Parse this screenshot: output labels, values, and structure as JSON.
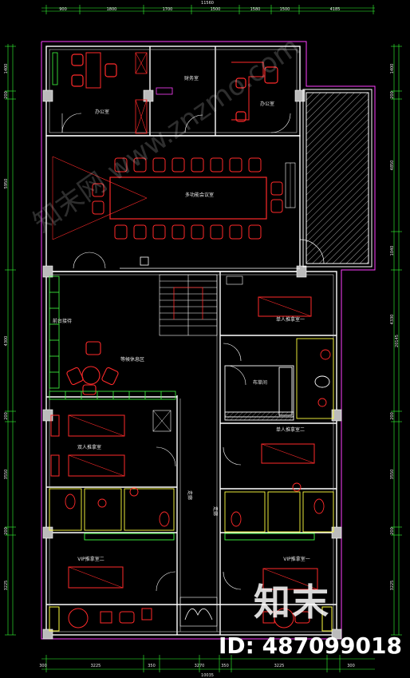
{
  "top_dimensions": {
    "overall": "11560",
    "segments": [
      "900",
      "1800",
      "1700",
      "1500",
      "1580",
      "1500",
      "4185"
    ]
  },
  "bottom_dimensions": {
    "overall": "10035",
    "segments": [
      "300",
      "3225",
      "350",
      "3270",
      "350",
      "3225",
      "300"
    ]
  },
  "left_dimensions": [
    "1400",
    "200",
    "5950",
    "4300",
    "200",
    "3550",
    "200",
    "3225"
  ],
  "right_dimensions": [
    "1400",
    "200",
    "4850",
    "1040",
    "4330",
    "20145",
    "200",
    "3550",
    "200",
    "3225"
  ],
  "rooms": {
    "office_1": "办公室",
    "finance": "财务室",
    "office_2": "办公室",
    "meeting": "多功能会议室",
    "waiting": "等候休息区",
    "double_bed": "双人推拿室",
    "single_bed_1": "单人推拿室一",
    "single_bed_2": "单人推拿室二",
    "storage": "布草间",
    "vip_2": "VIP推拿室二",
    "vip_1": "VIP推拿室一",
    "reception": "前台接待",
    "corridor_left": "走廊",
    "corridor_right": "走廊"
  },
  "watermark": {
    "logo_text": "知末",
    "id_text": "ID: 487099018",
    "diagonal_text": "知末网 www.znzmo.com"
  },
  "colors": {
    "wall": "#ffffff",
    "furniture": "#ff2a2a",
    "boundary": "#ff40ff",
    "dimension": "#33ff33",
    "door": "#ffffff",
    "fixture": "#ffff40",
    "hatch": "#cccccc",
    "accent_green": "#40ff40"
  }
}
